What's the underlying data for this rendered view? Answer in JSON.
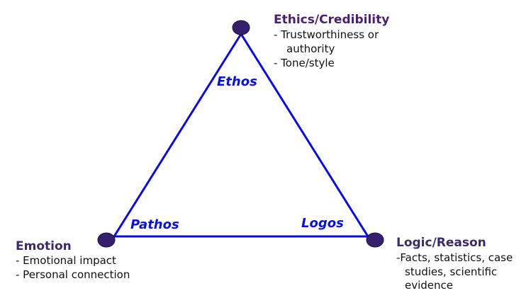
{
  "colors": {
    "line": "#0a0ae8",
    "node": "#36206e",
    "heading": "#3d1f6e",
    "label": "#0a10e0"
  },
  "ethos": {
    "label": "Ethos",
    "heading": "Ethics/Credibility",
    "bullets": [
      "- Trustworthiness or",
      "authority",
      "- Tone/style"
    ]
  },
  "pathos": {
    "label": "Pathos",
    "heading": "Emotion",
    "bullets": [
      "- Emotional impact",
      "- Personal connection"
    ]
  },
  "logos": {
    "label": "Logos",
    "heading": "Logic/Reason",
    "bullets": [
      "-Facts, statistics, case",
      "studies, scientific",
      "evidence"
    ]
  }
}
